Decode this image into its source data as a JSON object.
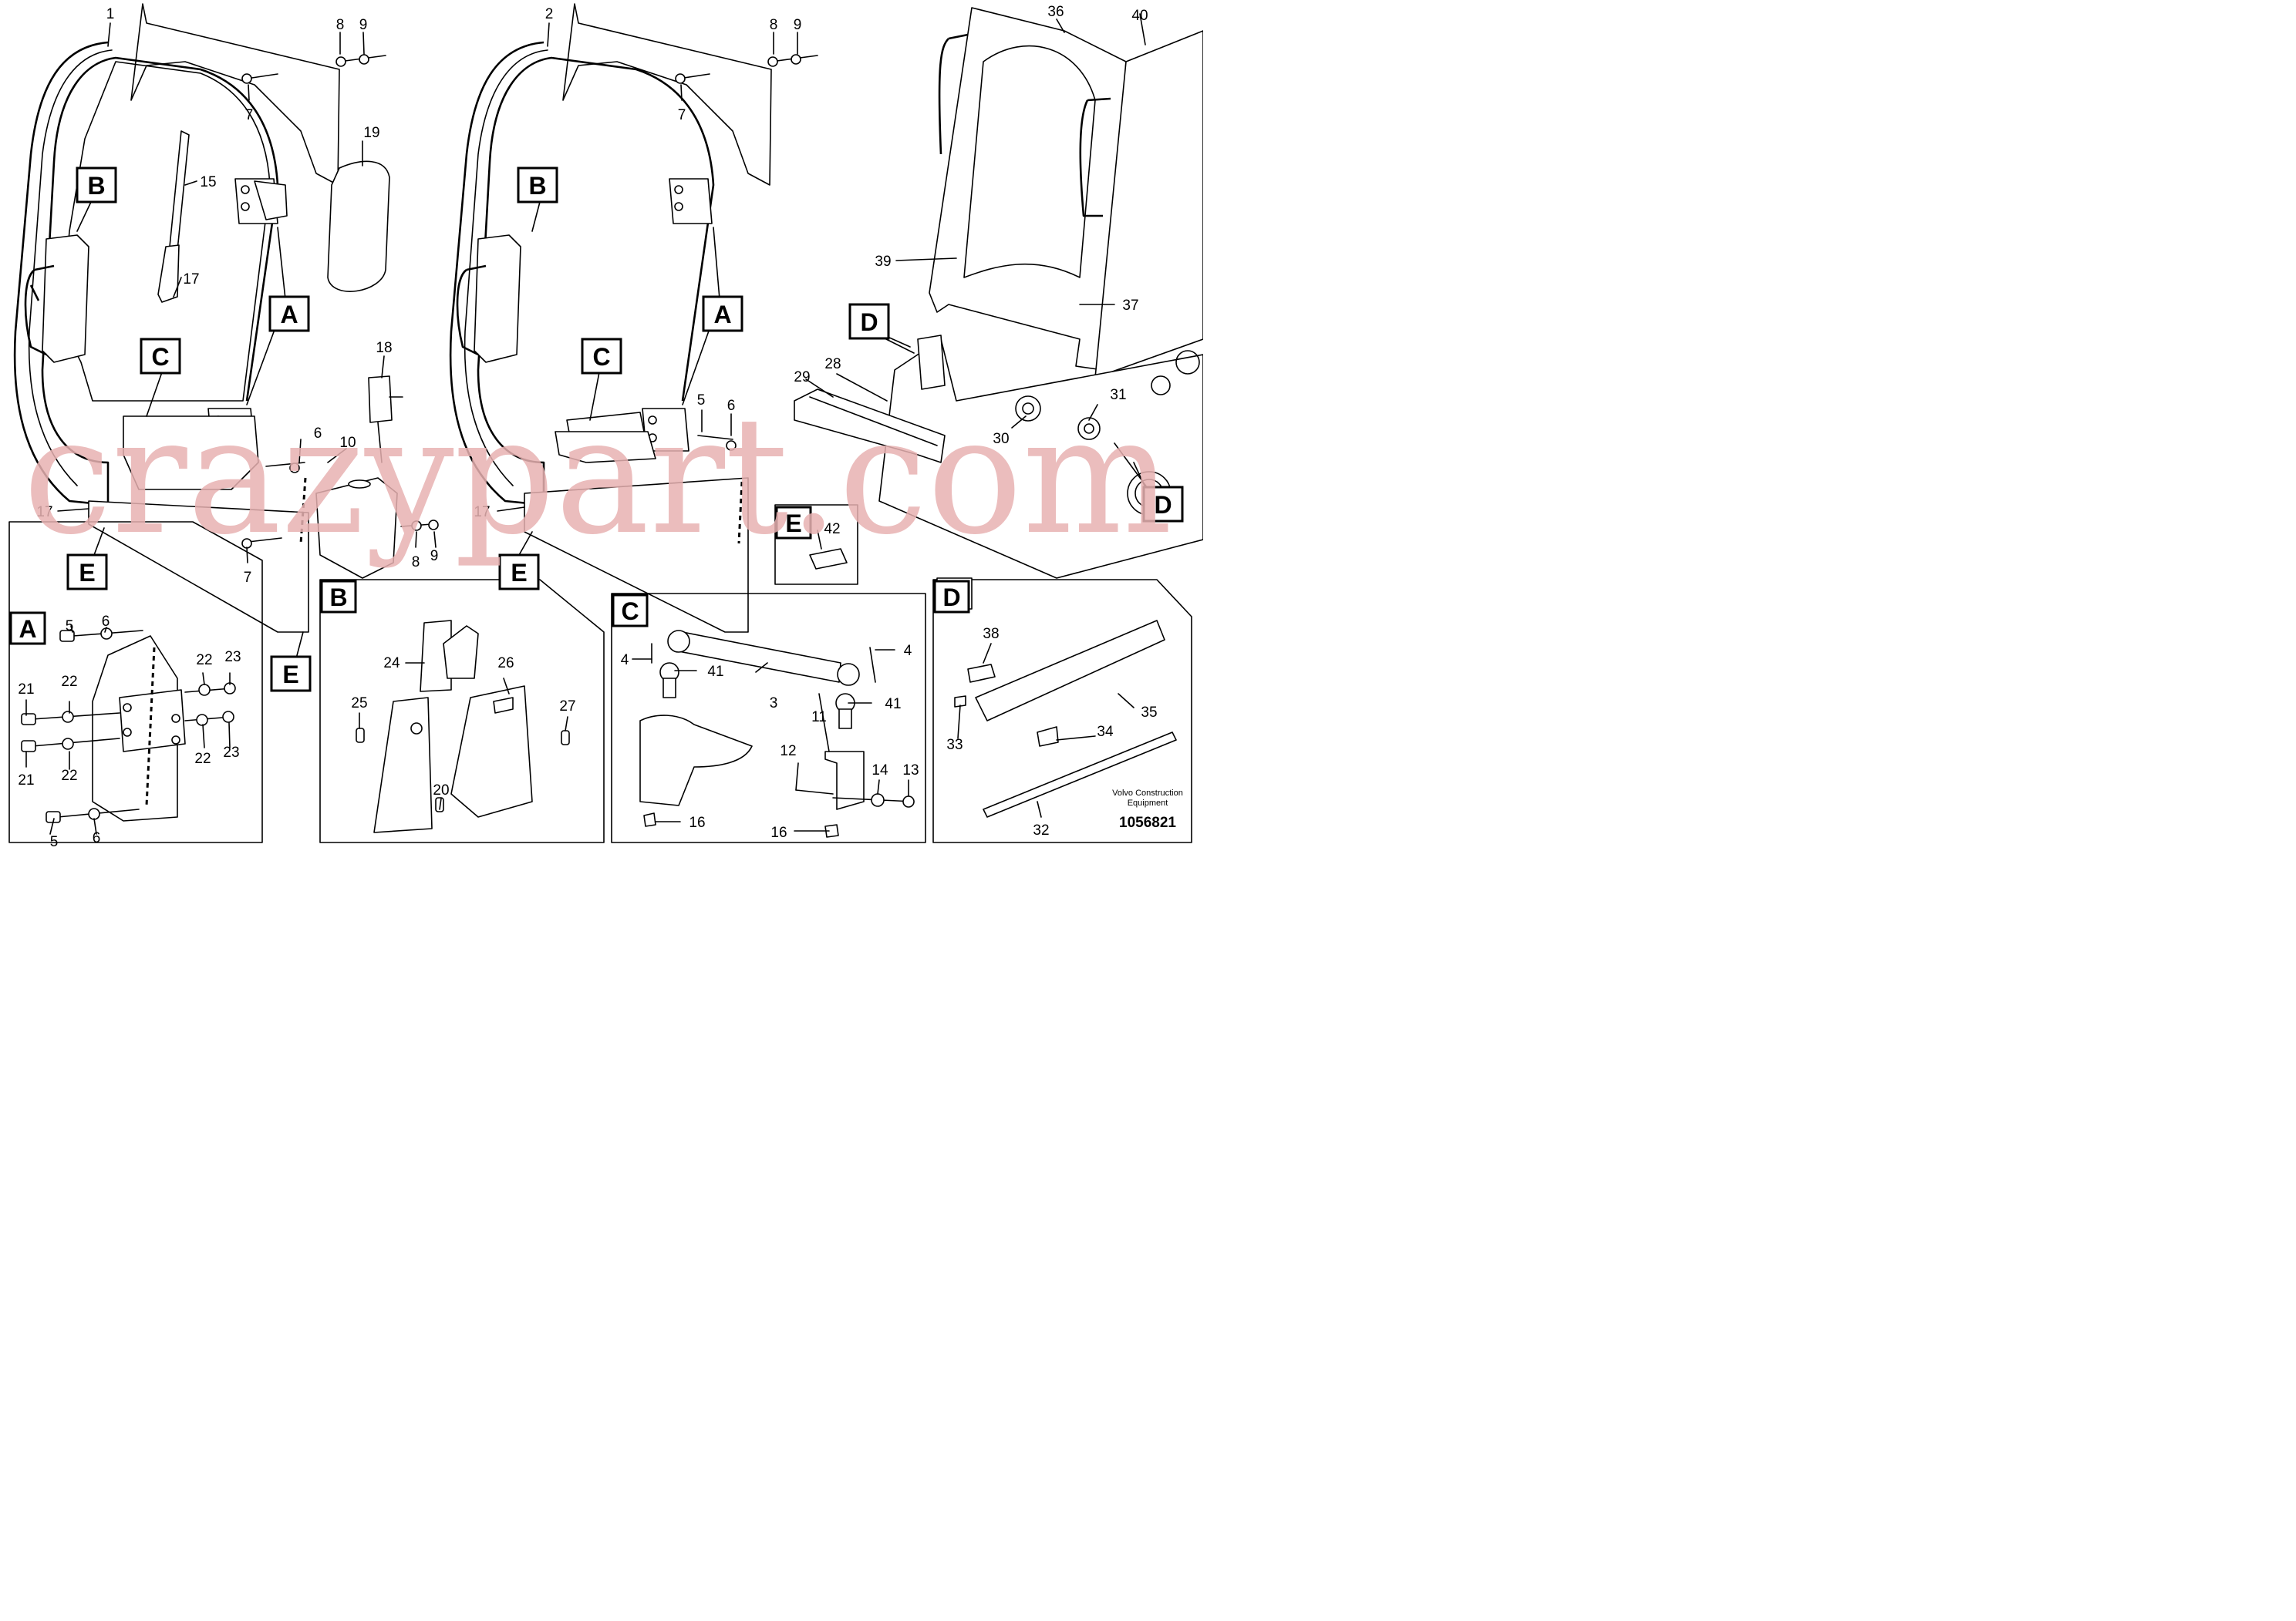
{
  "callouts": {
    "n1": "1",
    "n2": "2",
    "n3": "3",
    "n4": "4",
    "n5": "5",
    "n6": "6",
    "n7": "7",
    "n8": "8",
    "n9": "9",
    "n10": "10",
    "n11": "11",
    "n12": "12",
    "n13": "13",
    "n14": "14",
    "n15": "15",
    "n16": "16",
    "n17": "17",
    "n18": "18",
    "n19": "19",
    "n20": "20",
    "n21": "21",
    "n22": "22",
    "n23": "23",
    "n24": "24",
    "n25": "25",
    "n26": "26",
    "n27": "27",
    "n28": "28",
    "n29": "29",
    "n30": "30",
    "n31": "31",
    "n32": "32",
    "n33": "33",
    "n34": "34",
    "n35": "35",
    "n36": "36",
    "n37": "37",
    "n38": "38",
    "n39": "39",
    "n40": "40",
    "n41": "41",
    "n42": "42"
  },
  "detail_letters": {
    "a": "A",
    "b": "B",
    "c": "C",
    "d": "D",
    "e": "E"
  },
  "watermark": "crazypart.com",
  "footer": {
    "brand_line1": "Volvo Construction",
    "brand_line2": "Equipment",
    "drawing_number": "1056821"
  }
}
